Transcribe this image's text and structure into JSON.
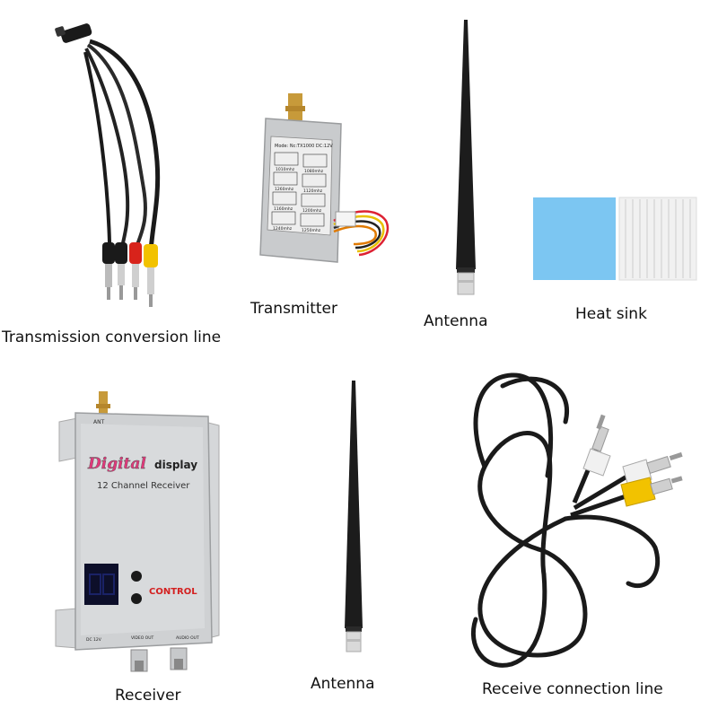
{
  "items": {
    "transmission_line": {
      "label": "Transmission conversion line"
    },
    "transmitter": {
      "label": "Transmitter",
      "plate_header": "Mode: Nc:TX1000  DC:12V",
      "channels": [
        "1010mhz",
        "1080mhz",
        "1260mhz",
        "1120mhz",
        "1160mhz",
        "1200mhz",
        "1240mhz",
        "1250mhz"
      ]
    },
    "antenna_top": {
      "label": "Antenna"
    },
    "heat_sink": {
      "label": "Heat sink"
    },
    "receiver": {
      "label": "Receiver",
      "brand_word1": "Digital",
      "brand_word2": "display",
      "subtitle": "12 Channel Receiver",
      "control_text": "CONTROL",
      "ant_text": "ANT",
      "port_labels": [
        "DC 12V",
        "VIDEO OUT",
        "AUDIO OUT"
      ]
    },
    "antenna_bottom": {
      "label": "Antenna"
    },
    "receive_line": {
      "label": "Receive connection line"
    }
  },
  "colors": {
    "text": "#111111",
    "cable_black": "#1a1a1a",
    "rca_yellow": "#f2c200",
    "rca_red": "#d8231b",
    "rca_white": "#f1f1f1",
    "metal": "#c9cbcd",
    "pad_blue": "#7cc6f2",
    "control_red": "#d32020",
    "brand_pink": "#e0387a"
  }
}
